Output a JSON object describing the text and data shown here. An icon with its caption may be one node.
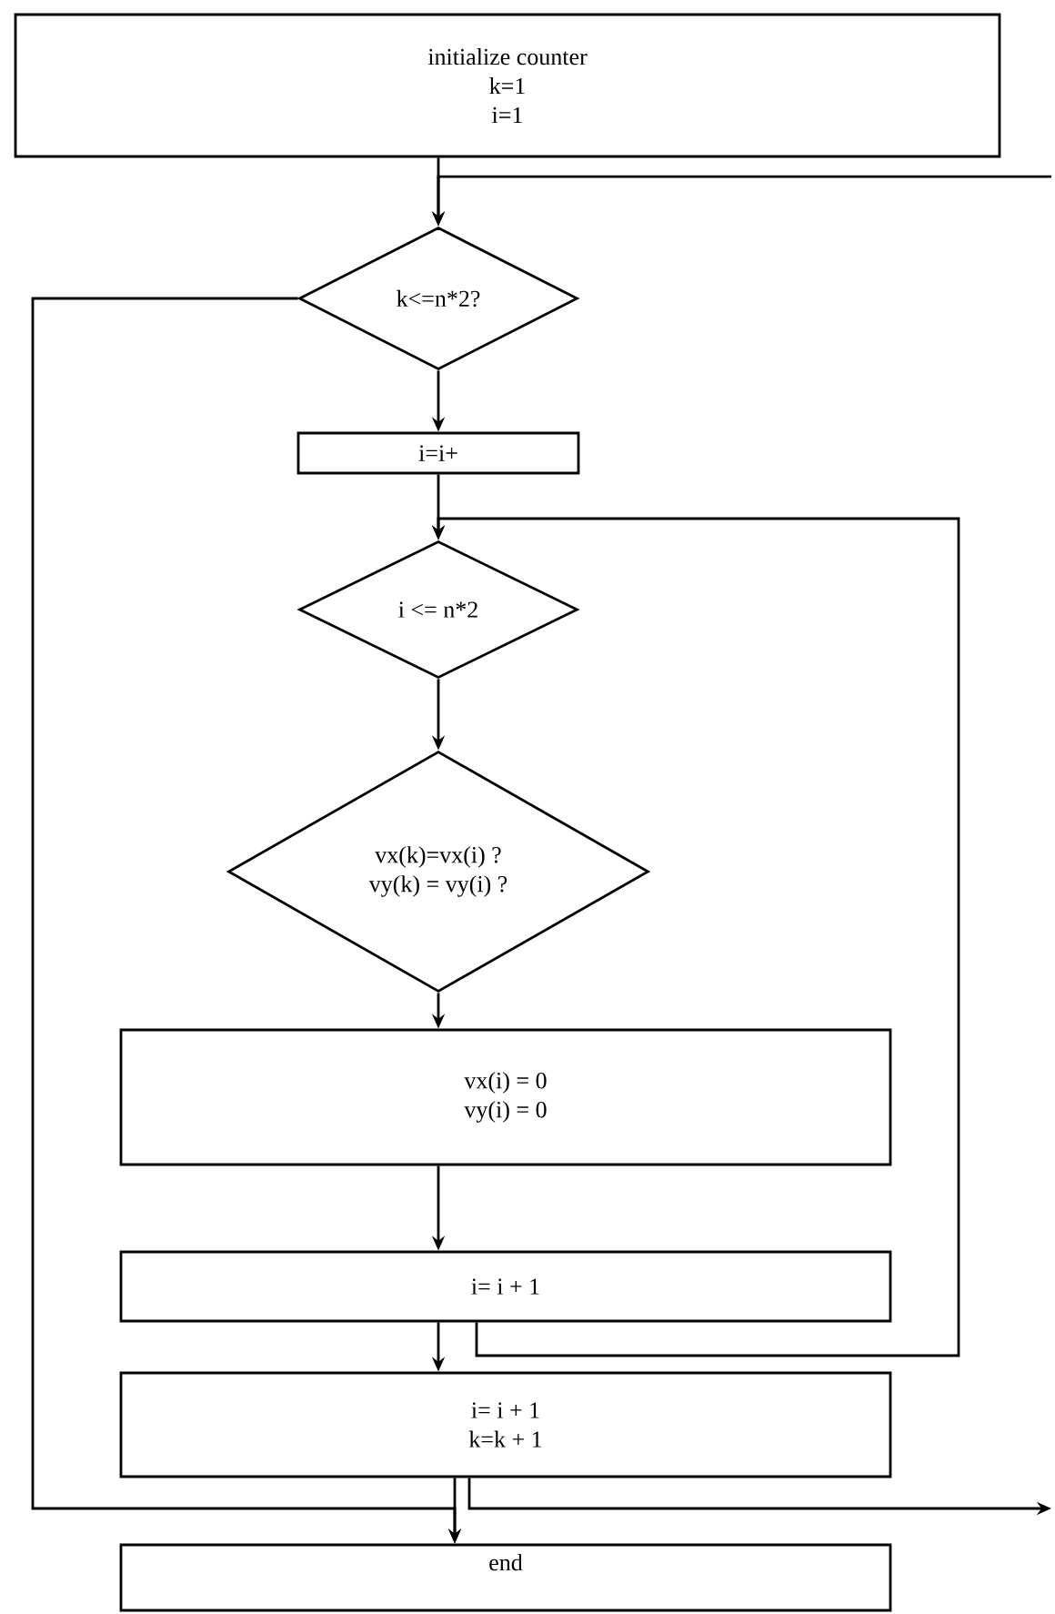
{
  "diagram": {
    "nodes": [
      {
        "text": [
          "initialize counter",
          "k=1",
          "i=1"
        ]
      },
      {
        "text": [
          "k<=n*2?"
        ]
      },
      {
        "text": [
          "i=i+"
        ]
      },
      {
        "text": [
          "i <= n*2"
        ]
      },
      {
        "text": [
          "vx(k)=vx(i) ?",
          "vy(k) = vy(i) ?"
        ]
      },
      {
        "text": [
          "vx(i) = 0",
          "vy(i) = 0"
        ]
      },
      {
        "text": [
          "i= i + 1"
        ]
      },
      {
        "text": [
          "i= i + 1",
          "k=k + 1"
        ]
      },
      {
        "text": [
          "end"
        ]
      }
    ],
    "edges": [
      {
        "from": 0,
        "to": 1,
        "arrow": "to"
      },
      {
        "from": 1,
        "to": 2,
        "arrow": "to"
      },
      {
        "from": 2,
        "to": 3,
        "arrow": "to"
      },
      {
        "from": 3,
        "to": 4,
        "arrow": "to"
      },
      {
        "from": 4,
        "to": 5,
        "arrow": "to"
      },
      {
        "from": 5,
        "to": 6,
        "arrow": "to"
      },
      {
        "from": 6,
        "to": 7,
        "arrow": "to"
      },
      {
        "from": 1,
        "to": 8,
        "arrow": "to"
      },
      {
        "from": 7,
        "to": 8,
        "arrow": "to"
      },
      {
        "from": 6,
        "to": 3,
        "arrow": "to"
      },
      {
        "from": 7,
        "to": null,
        "arrow": "to"
      },
      {
        "from": null,
        "to": 1,
        "arrow": "to"
      }
    ]
  }
}
